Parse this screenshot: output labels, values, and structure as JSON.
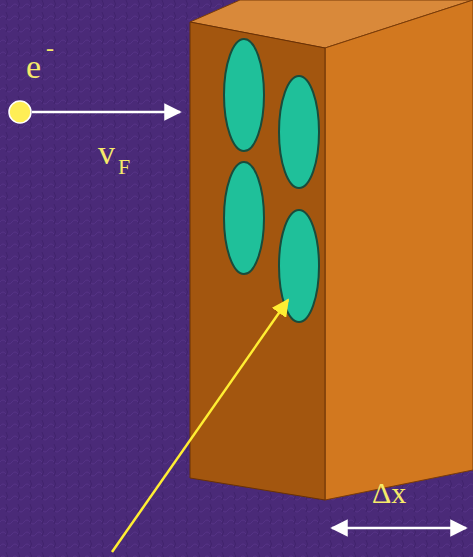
{
  "diagram": {
    "labels": [
      "e",
      "-",
      "v",
      "F",
      "Δx"
    ]
  }
}
